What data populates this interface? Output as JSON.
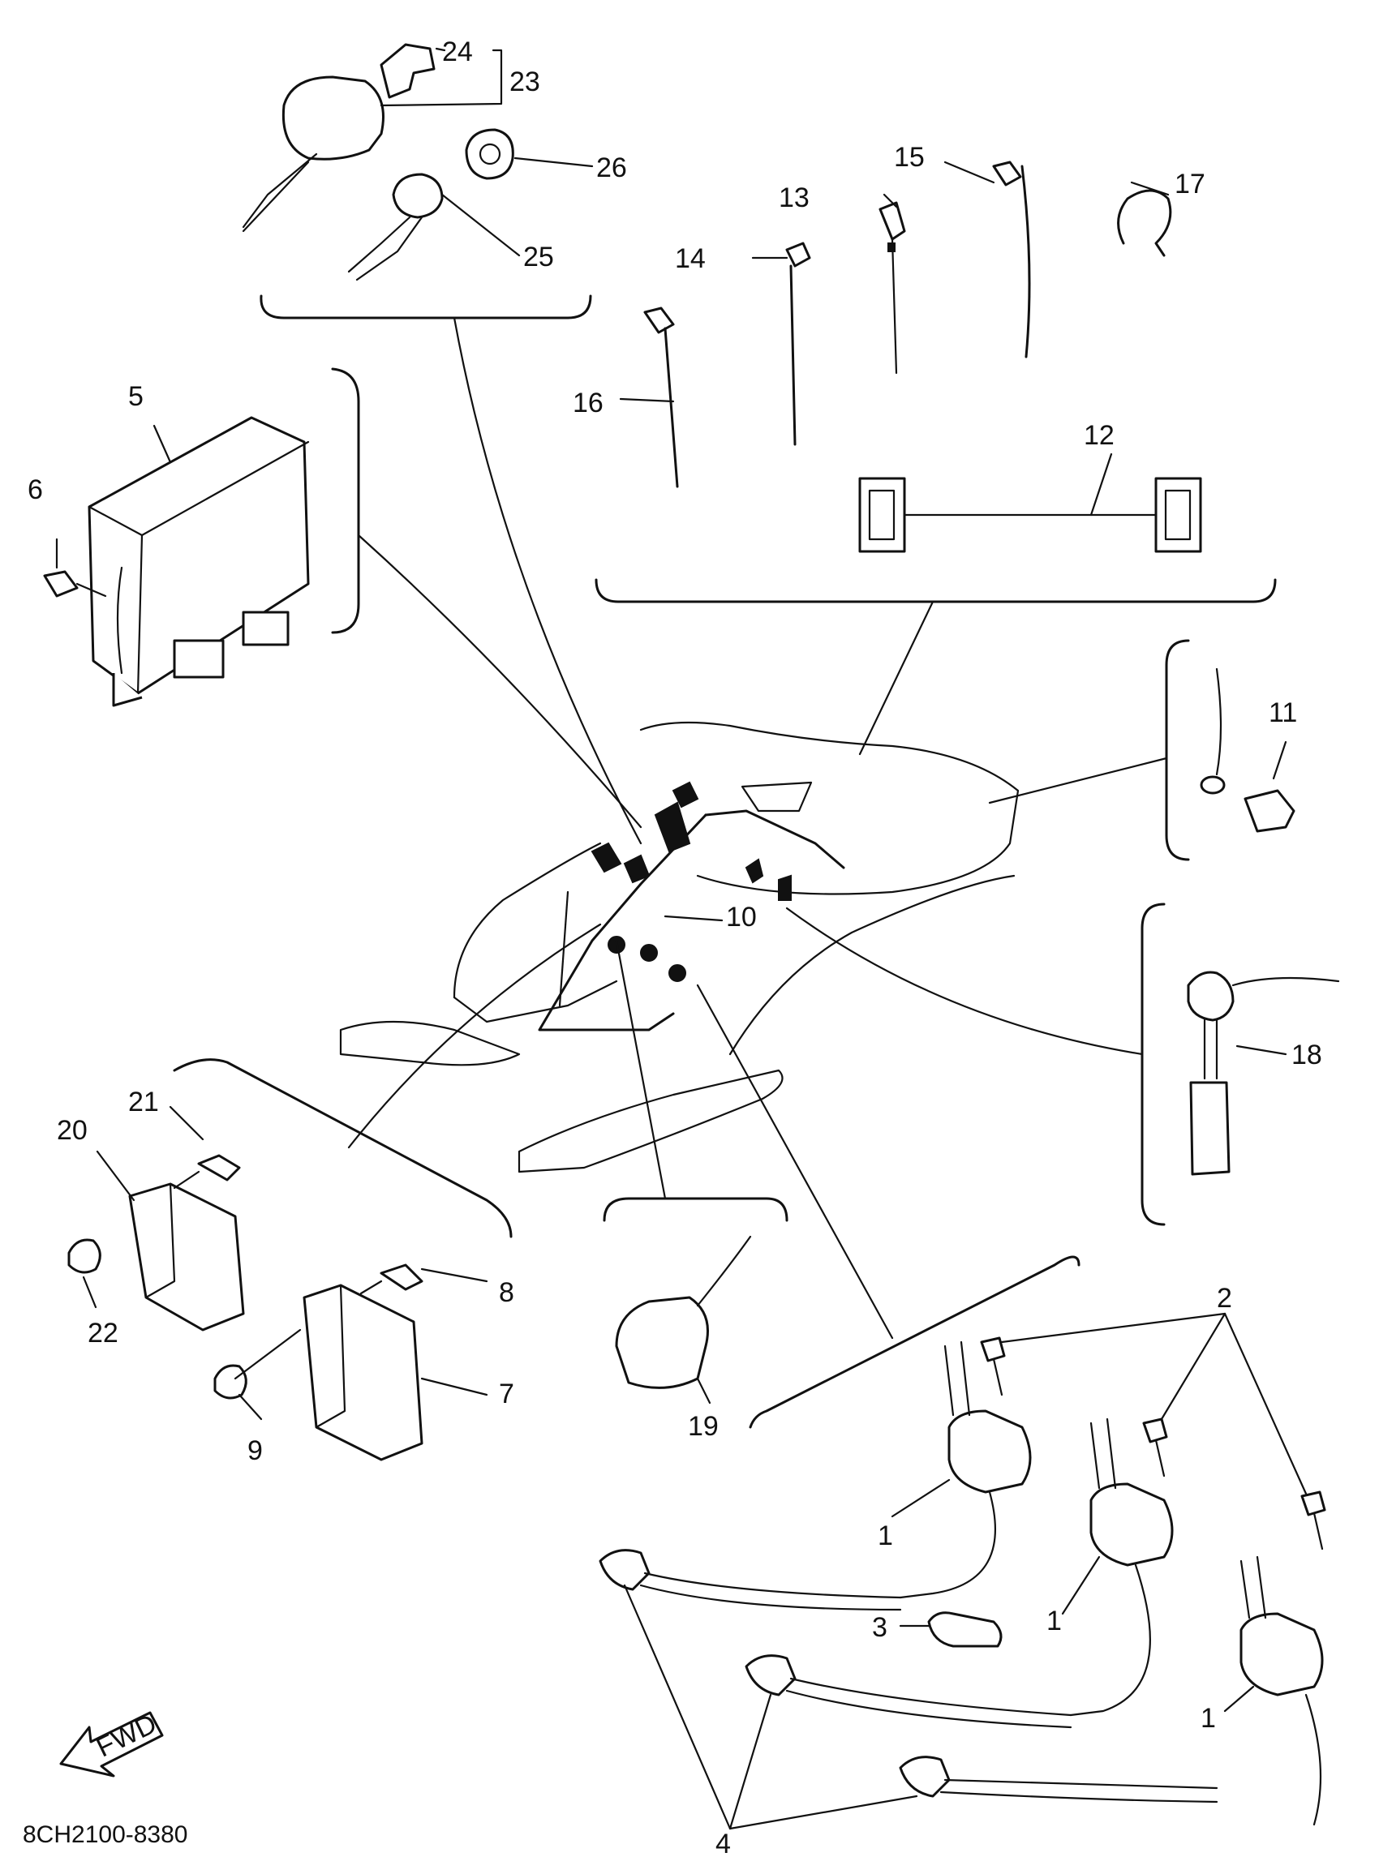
{
  "diagram": {
    "part_labels": [
      "1",
      "2",
      "3",
      "4",
      "5",
      "6",
      "7",
      "8",
      "9",
      "10",
      "11",
      "12",
      "13",
      "14",
      "15",
      "16",
      "17",
      "18",
      "19",
      "20",
      "21",
      "22",
      "23",
      "24",
      "25",
      "26"
    ],
    "fwd_marker": "FWD",
    "drawing_code": "8CH2100-8380"
  }
}
